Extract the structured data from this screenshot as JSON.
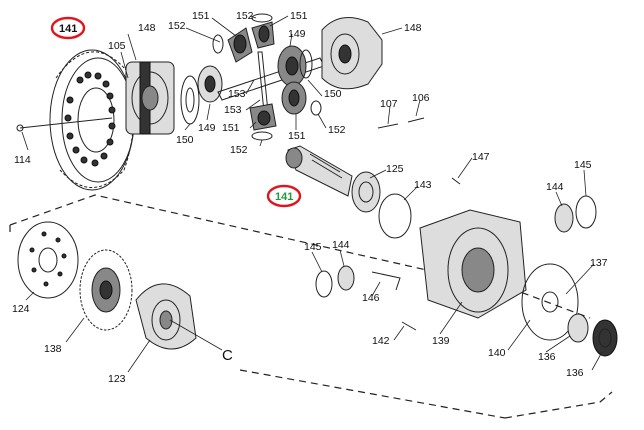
{
  "labels": {
    "l141a": "141",
    "l148a": "148",
    "l105": "105",
    "l152a": "152",
    "l151a": "151",
    "l152b": "152",
    "l151b": "151",
    "l149a": "149",
    "l148b": "148",
    "l114": "114",
    "l150a": "150",
    "l149b": "149",
    "l153a": "153",
    "l153b": "153",
    "l151c": "151",
    "l151d": "151",
    "l150b": "150",
    "l152c": "152",
    "l152d": "152",
    "l107": "107",
    "l106": "106",
    "l141b": "141",
    "l125": "125",
    "l143": "143",
    "l147": "147",
    "l145a": "145",
    "l144a": "144",
    "l145b": "145",
    "l144b": "144",
    "l124": "124",
    "l137": "137",
    "l146": "146",
    "l138": "138",
    "l142": "142",
    "l139": "139",
    "l140": "140",
    "l136a": "136",
    "l136b": "136",
    "l123": "123",
    "lC": "C"
  },
  "colors": {
    "highlight_ring": "#e0141e",
    "highlight_text_green": "#1f9a3c",
    "ink": "#111111"
  }
}
